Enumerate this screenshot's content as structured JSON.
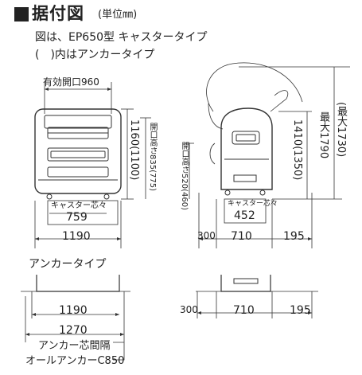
{
  "header": {
    "title": "据付図",
    "unit": "(単位㎜)",
    "note_line1": "図は、EP650型 キャスタータイプ",
    "note_line2": "(　)内はアンカータイプ"
  },
  "front_view": {
    "opening_width": "有効開口960",
    "caster_label": "キャスター芯々",
    "caster_value": "759",
    "width": "1190",
    "height": "1160(1100)",
    "opening_height": "開口高さ835(775)"
  },
  "side_view": {
    "opening_height": "開口高さ520(460)",
    "caster_label": "キャスター芯々",
    "caster_value": "452",
    "depth_front": "300",
    "depth": "710",
    "depth_rear": "195",
    "height_closed": "1410(1350)",
    "height_max": "最大1790",
    "height_max_anchor": "(最大1730)"
  },
  "anchor_section": {
    "title": "アンカータイプ",
    "width": "1190",
    "anchor_span": "1270",
    "anchor_label": "アンカー芯間隔",
    "anchor_spec": "オールアンカーC850",
    "depth_front": "300",
    "depth": "710",
    "depth_rear": "195"
  }
}
